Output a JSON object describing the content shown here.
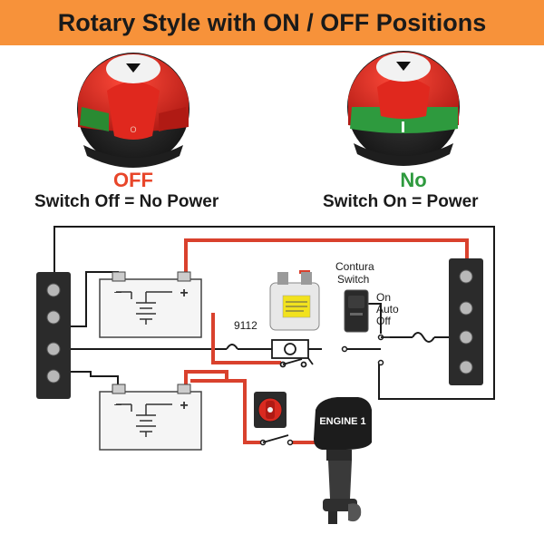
{
  "header": {
    "title": "Rotary Style with ON / OFF Positions"
  },
  "off_panel": {
    "state": "OFF",
    "caption": "Switch Off = No Power",
    "state_color": "#e8462a"
  },
  "on_panel": {
    "state": "No",
    "caption": "Switch On =  Power",
    "state_color": "#2e9a3e"
  },
  "diagram": {
    "relay_label": "9112",
    "contura_label_line1": "Contura",
    "contura_label_line2": "Switch",
    "switch_pos_on": "On",
    "switch_pos_auto": "Auto",
    "switch_pos_off": "Off",
    "engine_label": "ENGINE 1",
    "battery_positive": "+",
    "battery_negative": "–"
  },
  "colors": {
    "banner": "#f7923a",
    "positive_wire": "#d9412d",
    "negative_wire": "#1a1a1a",
    "busbar": "#2b2b2b"
  }
}
